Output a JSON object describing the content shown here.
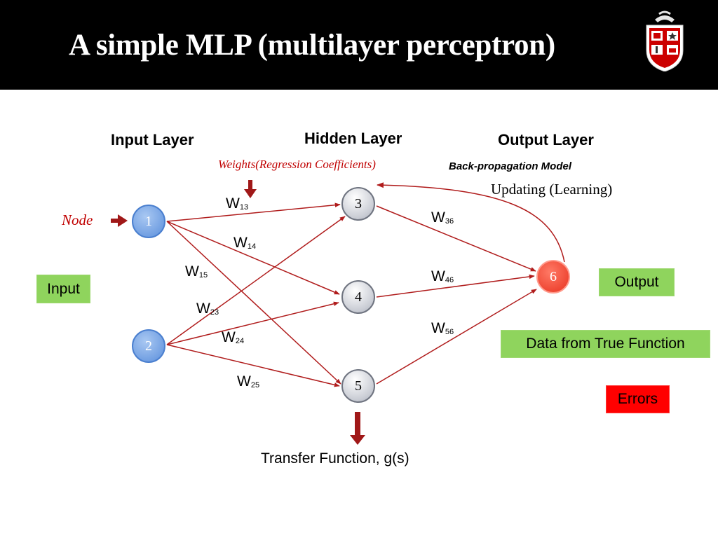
{
  "header": {
    "title": "A simple MLP (multilayer perceptron)"
  },
  "layers": {
    "input": "Input Layer",
    "hidden": "Hidden Layer",
    "output": "Output Layer"
  },
  "annotations": {
    "weights": "Weights(Regression Coefficients)",
    "backprop": "Back-propagation Model",
    "updating": "Updating (Learning)",
    "node": "Node",
    "transfer": "Transfer Function, g(s)"
  },
  "nodes": {
    "n1": "1",
    "n2": "2",
    "n3": "3",
    "n4": "4",
    "n5": "5",
    "n6": "6"
  },
  "weights": {
    "w13": {
      "letter": "W",
      "sub": "13"
    },
    "w14": {
      "letter": "W",
      "sub": "14"
    },
    "w15": {
      "letter": "W",
      "sub": "15"
    },
    "w23": {
      "letter": "W",
      "sub": "23"
    },
    "w24": {
      "letter": "W",
      "sub": "24"
    },
    "w25": {
      "letter": "W",
      "sub": "25"
    },
    "w36": {
      "letter": "W",
      "sub": "36"
    },
    "w46": {
      "letter": "W",
      "sub": "46"
    },
    "w56": {
      "letter": "W",
      "sub": "56"
    }
  },
  "boxes": {
    "input": "Input",
    "output": "Output",
    "true_function": "Data from True Function",
    "errors": "Errors"
  },
  "colors": {
    "header_bg": "#000000",
    "edge": "#b01c1c",
    "arrow": "#a01818",
    "green_box": "#8fd45d",
    "error_box": "#ff0000"
  },
  "icons": {
    "seal": "university-seal-icon",
    "arrow": "down-arrow-icon"
  }
}
